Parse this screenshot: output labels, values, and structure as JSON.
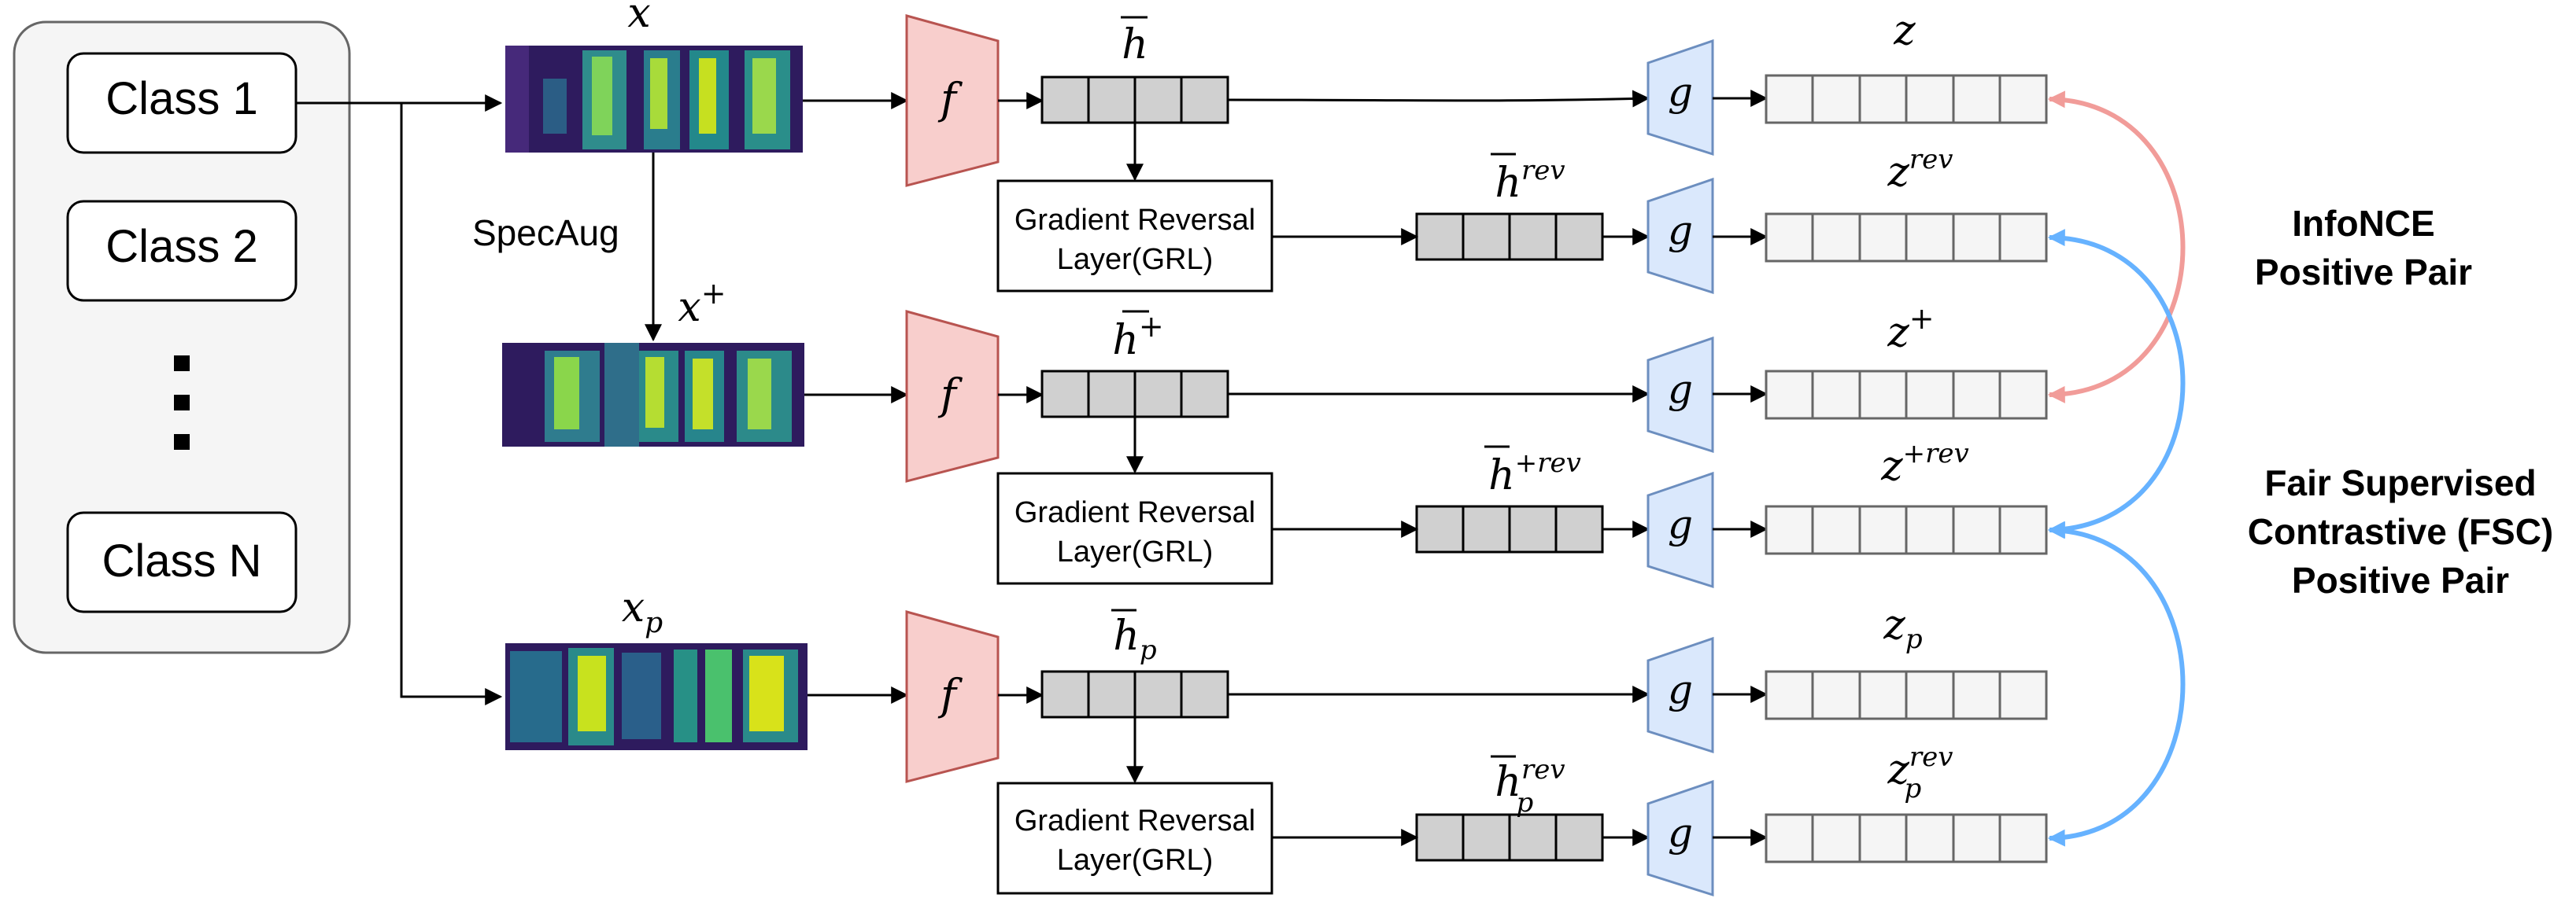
{
  "classes": {
    "items": [
      "Class 1",
      "Class 2",
      "Class N"
    ],
    "ellipsis": "⋮"
  },
  "specaug_label": "SpecAug",
  "encoder_label": "f",
  "projector_label": "g",
  "grl": {
    "line1": "Gradient Reversal",
    "line2": "Layer(GRL)"
  },
  "inputs": {
    "x": {
      "base": "x",
      "sup": "",
      "sub": ""
    },
    "x_plus": {
      "base": "x",
      "sup": "+",
      "sub": ""
    },
    "x_p": {
      "base": "x",
      "sup": "",
      "sub": "p"
    }
  },
  "features": {
    "h": {
      "base": "h",
      "sup": "",
      "sub": ""
    },
    "h_rev": {
      "base": "h",
      "sup": "rev",
      "sub": ""
    },
    "h_plus": {
      "base": "h",
      "sup": "+",
      "sub": ""
    },
    "h_plus_rev": {
      "base": "h",
      "sup": "+rev",
      "sub": ""
    },
    "h_p": {
      "base": "h",
      "sup": "",
      "sub": "p"
    },
    "h_p_rev": {
      "base": "h",
      "sup": "rev",
      "sub": "p"
    }
  },
  "embeddings": {
    "z": {
      "base": "z",
      "sup": "",
      "sub": ""
    },
    "z_rev": {
      "base": "z",
      "sup": "rev",
      "sub": ""
    },
    "z_plus": {
      "base": "z",
      "sup": "+",
      "sub": ""
    },
    "z_plus_rev": {
      "base": "z",
      "sup": "+rev",
      "sub": ""
    },
    "z_p": {
      "base": "z",
      "sup": "",
      "sub": "p"
    },
    "z_p_rev": {
      "base": "z",
      "sup": "rev",
      "sub": "p"
    }
  },
  "legend": {
    "infonce": [
      "InfoNCE",
      "Positive Pair"
    ],
    "fsc": [
      "Fair Supervised",
      "Contrastive (FSC)",
      "Positive Pair"
    ]
  },
  "colors": {
    "encoder_fill": "#f8cecc",
    "encoder_stroke": "#b85450",
    "projector_fill": "#dae8fc",
    "projector_stroke": "#6c8ebf",
    "infonce_arrow": "#f19c99",
    "fsc_arrow": "#66b2ff",
    "feature_cell": "#d0d0d0",
    "embedding_cell": "#f5f5f5",
    "class_panel": "#f5f5f5"
  }
}
